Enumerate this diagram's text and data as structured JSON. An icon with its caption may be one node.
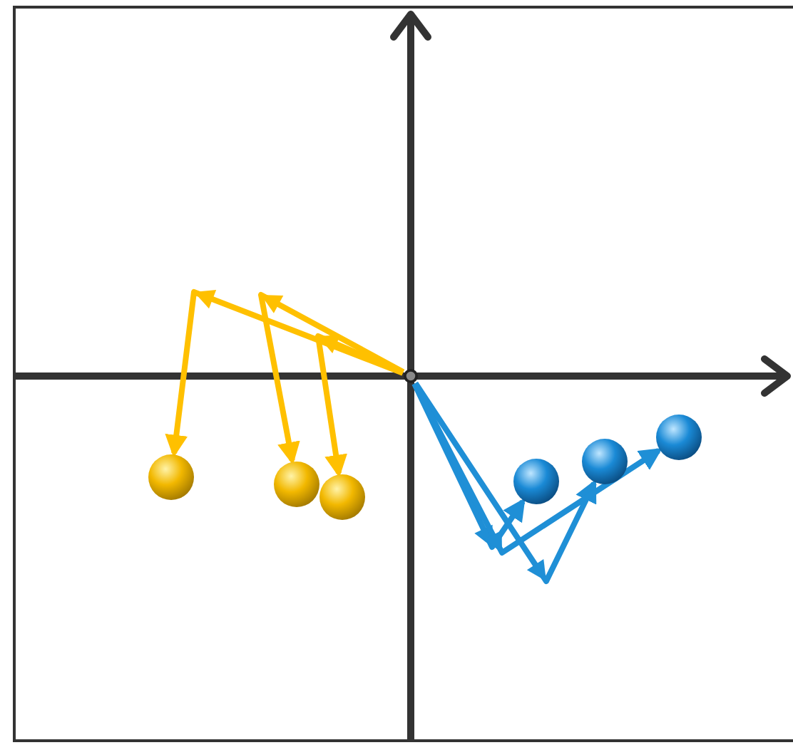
{
  "diagram": {
    "nodes": [
      {
        "text": [],
        "shape": "circle"
      },
      {
        "text": [],
        "shape": "circle"
      },
      {
        "text": [],
        "shape": "circle"
      },
      {
        "text": [],
        "shape": "point"
      },
      {
        "text": [],
        "shape": "circle"
      },
      {
        "text": [],
        "shape": "circle"
      },
      {
        "text": [],
        "shape": "circle"
      }
    ],
    "edges": [
      {
        "from": 3,
        "to": 0,
        "arrow": "to",
        "color": "#ffc000"
      },
      {
        "from": 3,
        "to": 1,
        "arrow": "to",
        "color": "#ffc000"
      },
      {
        "from": 3,
        "to": 2,
        "arrow": "to",
        "color": "#ffc000"
      },
      {
        "from": 3,
        "to": 4,
        "arrow": "to",
        "color": "#1f8fd6"
      },
      {
        "from": 3,
        "to": 5,
        "arrow": "to",
        "color": "#1f8fd6"
      },
      {
        "from": 3,
        "to": 6,
        "arrow": "to",
        "color": "#1f8fd6"
      }
    ]
  }
}
